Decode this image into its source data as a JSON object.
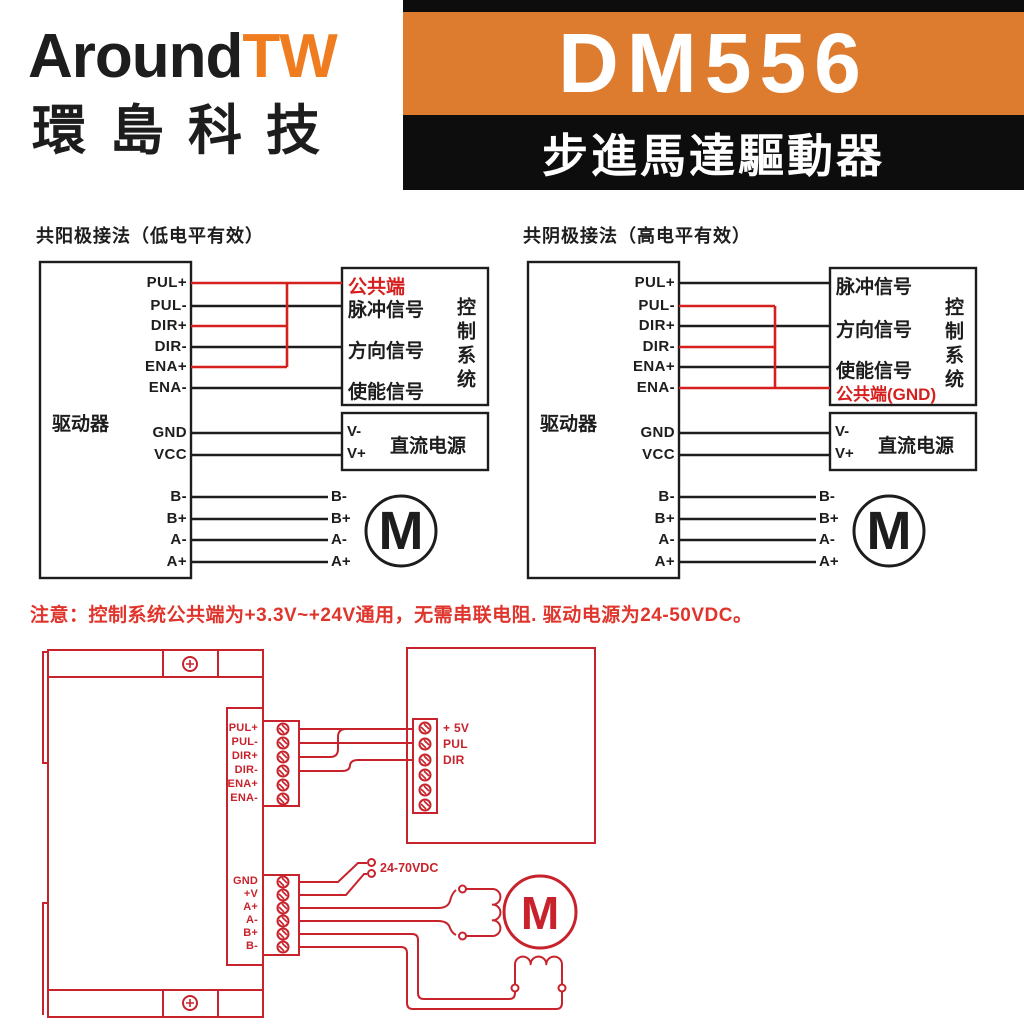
{
  "header": {
    "brand_black": "Around",
    "brand_orange": "TW",
    "brand_subtitle": "環島科技",
    "model": "DM556",
    "product_name": "步進馬達驅動器"
  },
  "note": "注意：控制系统公共端为+3.3V~+24V通用，无需串联电阻. 驱动电源为24-50VDC。",
  "left": {
    "title": "共阳极接法（低电平有效）",
    "driver": "驱动器",
    "pins": [
      "PUL+",
      "PUL-",
      "DIR+",
      "DIR-",
      "ENA+",
      "ENA-"
    ],
    "common": "公共端",
    "pulse": "脉冲信号",
    "direction": "方向信号",
    "enable": "使能信号",
    "controller": "控制系统",
    "gnd": "GND",
    "vcc": "VCC",
    "vminus": "V-",
    "vplus": "V+",
    "dc_power": "直流电源",
    "motor_pins": [
      "B-",
      "B+",
      "A-",
      "A+"
    ],
    "motor_terms": [
      "B-",
      "B+",
      "A-",
      "A+"
    ],
    "motor": "M"
  },
  "right": {
    "title": "共阴极接法（高电平有效）",
    "driver": "驱动器",
    "pins": [
      "PUL+",
      "PUL-",
      "DIR+",
      "DIR-",
      "ENA+",
      "ENA-"
    ],
    "pulse": "脉冲信号",
    "direction": "方向信号",
    "enable": "使能信号",
    "common": "公共端(GND)",
    "controller": "控制系统",
    "gnd": "GND",
    "vcc": "VCC",
    "vminus": "V-",
    "vplus": "V+",
    "dc_power": "直流电源",
    "motor_pins": [
      "B-",
      "B+",
      "A-",
      "A+"
    ],
    "motor_terms": [
      "B-",
      "B+",
      "A-",
      "A+"
    ],
    "motor": "M"
  },
  "bottom": {
    "signal_terms": [
      "PUL+",
      "PUL-",
      "DIR+",
      "DIR-",
      "ENA+",
      "ENA-"
    ],
    "power_terms": [
      "GND",
      "+V",
      "A+",
      "A-",
      "B+",
      "B-"
    ],
    "ctrl_terms": [
      "+ 5V",
      "PUL",
      "DIR"
    ],
    "supply": "24-70VDC",
    "motor": "M"
  },
  "colors": {
    "brand_orange": "#ef7c1f",
    "banner_orange": "#dd7b2f",
    "banner_black": "#0d0d0d",
    "schematic_red": "#d6201f",
    "drawing_red": "#c8232c",
    "ink": "#1d1d1d",
    "note_red": "#df352c"
  }
}
